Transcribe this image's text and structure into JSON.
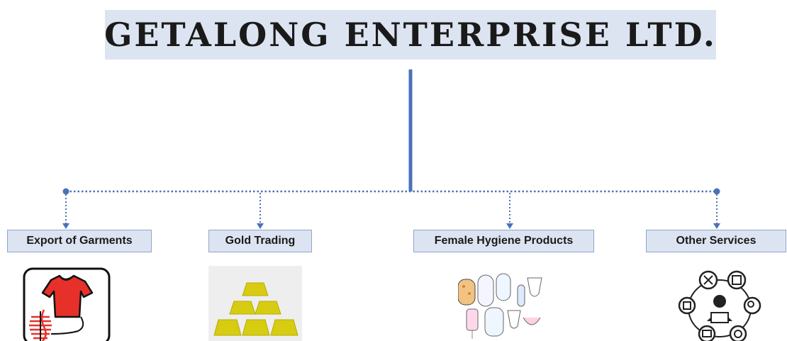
{
  "title": "GETALONG ENTERPRISE LTD.",
  "branches": [
    {
      "label": "Export of Garments"
    },
    {
      "label": "Gold Trading"
    },
    {
      "label": "Female Hygiene Products"
    },
    {
      "label": "Other Services"
    }
  ],
  "colors": {
    "title_bg": "#dde4f1",
    "connector": "#4a72b8",
    "shirt": "#e8302a",
    "gold": "#d8cc12"
  },
  "icons": [
    "garment-icon",
    "gold-bars-icon",
    "hygiene-products-icon",
    "services-icon"
  ]
}
